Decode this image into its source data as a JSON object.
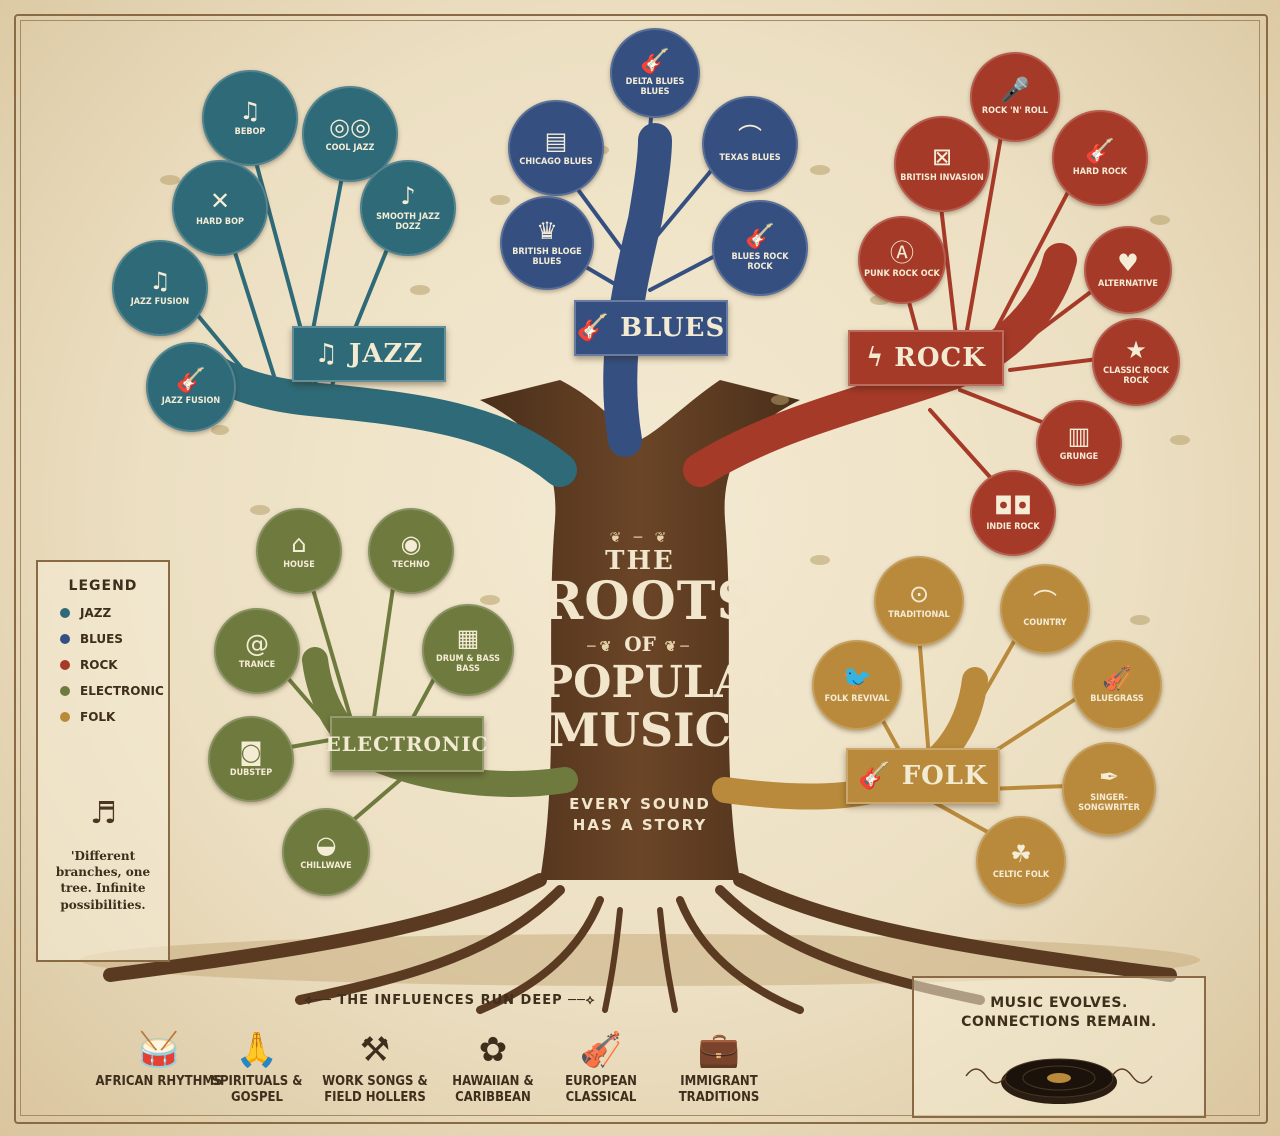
{
  "title": {
    "the": "THE",
    "roots": "ROOTS",
    "of": "OF",
    "popular": "POPULAR",
    "music": "MUSIC",
    "tagline_1": "EVERY SOUND",
    "tagline_2": "HAS A STORY"
  },
  "colors": {
    "jazz": "#2e6a77",
    "blues": "#355080",
    "rock": "#a63a28",
    "electronic": "#6f7a3f",
    "folk": "#b98a3b",
    "trunk": "#5a3b22"
  },
  "genres": {
    "jazz": {
      "label": "JAZZ",
      "icon": "saxophone-icon"
    },
    "blues": {
      "label": "BLUES",
      "icon": "guitar-icon"
    },
    "rock": {
      "label": "ROCK",
      "icon": "lightning-icon"
    },
    "electronic": {
      "label": "ELECTRONIC",
      "icon": ""
    },
    "folk": {
      "label": "FOLK",
      "icon": "guitar-icon"
    }
  },
  "subgenres": {
    "jazz": [
      "BEBOP",
      "COOL JAZZ",
      "HARD BOP",
      "SMOOTH JAZZ DOZZ",
      "JAZZ FUSION",
      "JAZZ FUSION"
    ],
    "blues": [
      "DELTA BLUES BLUES",
      "CHICAGO BLUES",
      "TEXAS BLUES",
      "BRITISH BLOGE BLUES",
      "BLUES ROCK ROCK"
    ],
    "rock": [
      "ROCK 'N' ROLL",
      "BRITISH INVASION",
      "HARD ROCK",
      "PUNK ROCK OCK",
      "ALTERNATIVE",
      "CLASSIC ROCK ROCK",
      "GRUNGE",
      "INDIE ROCK"
    ],
    "electronic": [
      "HOUSE",
      "TECHNO",
      "TRANCE",
      "DRUM & BASS BASS",
      "DUBSTEP",
      "CHILLWAVE"
    ],
    "folk": [
      "TRADITIONAL",
      "COUNTRY",
      "FOLK REVIVAL",
      "BLUEGRASS",
      "SINGER-SONGWRITER",
      "CELTIC FOLK"
    ]
  },
  "legend": {
    "title": "LEGEND",
    "items": [
      "JAZZ",
      "BLUES",
      "ROCK",
      "ELECTRONIC",
      "FOLK"
    ],
    "quote": "'Different branches, one tree. Infinite possibilities."
  },
  "influences": {
    "title": "THE INFLUENCES RUN DEEP",
    "items": [
      {
        "label": "AFRICAN RHYTHMS",
        "icon": "drum-icon"
      },
      {
        "label": "SPIRITUALS & GOSPEL",
        "icon": "praying-hands-icon"
      },
      {
        "label": "WORK SONGS & FIELD HOLLERS",
        "icon": "shovel-icon"
      },
      {
        "label": "HAWAIIAN & CARIBBEAN",
        "icon": "hibiscus-icon"
      },
      {
        "label": "EUROPEAN CLASSICAL",
        "icon": "violin-icon"
      },
      {
        "label": "IMMIGRANT TRADITIONS",
        "icon": "suitcase-icon"
      }
    ]
  },
  "evolve": {
    "line1": "MUSIC EVOLVES.",
    "line2": "CONNECTIONS REMAIN."
  }
}
